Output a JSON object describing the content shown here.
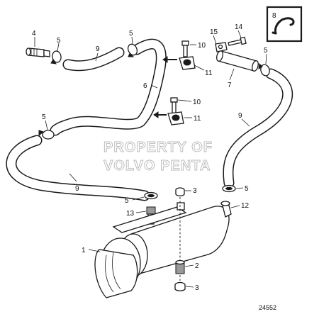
{
  "watermark": {
    "line1": "PROPERTY OF",
    "line2": "VOLVO PENTA"
  },
  "drawing_number": "24552",
  "callouts": {
    "c1": "1",
    "c2": "2",
    "c3a": "3",
    "c3b": "3",
    "c4": "4",
    "c5a": "5",
    "c5b": "5",
    "c5c": "5",
    "c5d": "5",
    "c5e": "5",
    "c5f": "5",
    "c6": "6",
    "c7": "7",
    "c8": "8",
    "c9a": "9",
    "c9b": "9",
    "c9c": "9",
    "c10a": "10",
    "c10b": "10",
    "c11a": "11",
    "c11b": "11",
    "c12": "12",
    "c13": "13",
    "c14": "14",
    "c15": "15"
  }
}
